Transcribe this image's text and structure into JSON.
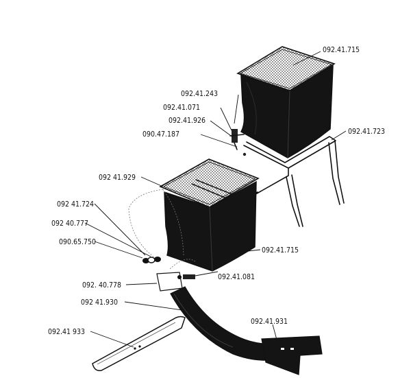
{
  "diagram": {
    "labels": {
      "top_basket": "092.41.715",
      "screw": "092.41.243",
      "nut_071": "092.41.071",
      "washer_926": "092.41.926",
      "pin_187": "090.47.187",
      "frame": "092.41.723",
      "hood": "092 41.929",
      "bushing_724": "092 41.724",
      "washer_777": "092 40.777",
      "nut_750": "090.65.750",
      "bottom_basket": "092.41.715",
      "bolt_081": "092.41.081",
      "bracket_778": "092. 40.778",
      "chute_930": "092 41.930",
      "plate_931": "092.41.931",
      "blade_933": "092.41 933"
    }
  }
}
